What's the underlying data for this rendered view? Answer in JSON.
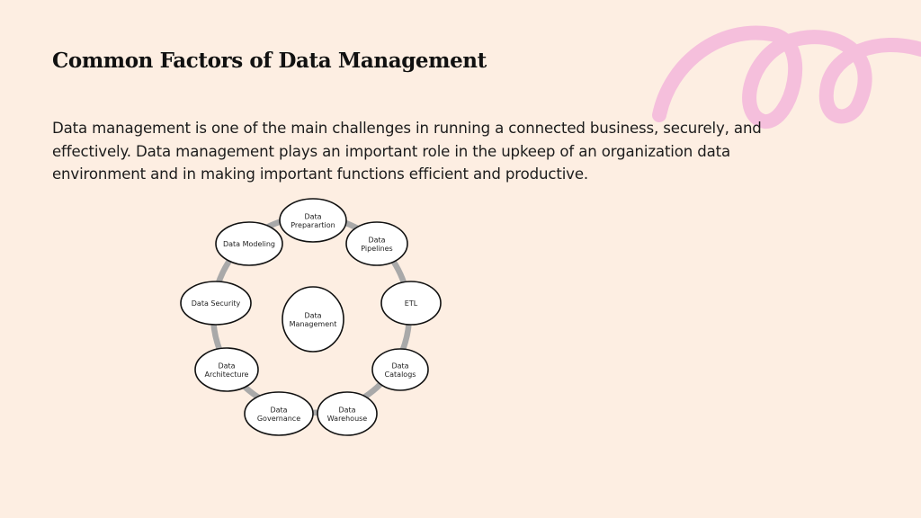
{
  "slide": {
    "title": "Common Factors of Data Management",
    "body": "Data management is one of the main challenges in running a connected business, securely, and effectively. Data management plays an important role in the upkeep of an organization data environment and in making important functions efficient and productive."
  },
  "diagram": {
    "center": {
      "lines": [
        "Data",
        "Management"
      ]
    },
    "nodes": [
      {
        "id": "data-preparation",
        "lines": [
          "Data",
          "Preparartion"
        ]
      },
      {
        "id": "data-pipelines",
        "lines": [
          "Data",
          "Pipelines"
        ]
      },
      {
        "id": "etl",
        "lines": [
          "ETL"
        ]
      },
      {
        "id": "data-catalogs",
        "lines": [
          "Data",
          "Catalogs"
        ]
      },
      {
        "id": "data-warehouse",
        "lines": [
          "Data",
          "Warehouse"
        ]
      },
      {
        "id": "data-governance",
        "lines": [
          "Data",
          "Governance"
        ]
      },
      {
        "id": "data-architecture",
        "lines": [
          "Data",
          "Architecture"
        ]
      },
      {
        "id": "data-security",
        "lines": [
          "Data Security"
        ]
      },
      {
        "id": "data-modeling",
        "lines": [
          "Data Modeling"
        ]
      }
    ],
    "colors": {
      "ring": "#a9a9a9",
      "node_fill": "#ffffff",
      "node_stroke": "#111111",
      "decoration": "#f5bfdc",
      "background": "#fdeee2"
    }
  }
}
